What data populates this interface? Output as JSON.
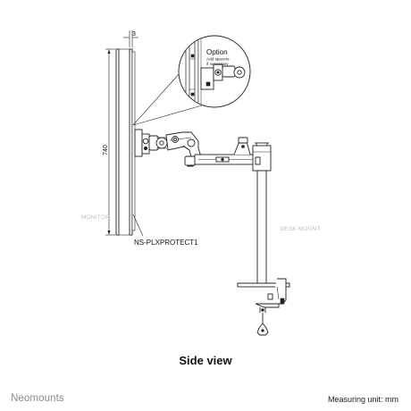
{
  "diagram": {
    "dimension_height": "740",
    "dimension_thickness": "3",
    "label_monitor": "MONITOR",
    "label_desk_mount": "DESK MOUNT",
    "label_product": "NS-PLXPROTECT1",
    "detail_title": "Option",
    "detail_note_line1": "Add spacers",
    "detail_note_line2": "if necessary"
  },
  "caption": "Side view",
  "brand": "Neomounts",
  "measuring_unit": "Measuring unit: mm"
}
